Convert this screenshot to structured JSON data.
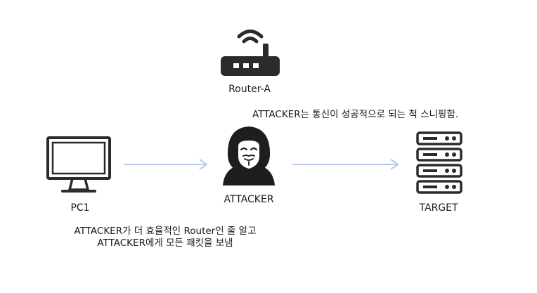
{
  "nodes": {
    "router": {
      "label": "Router-A"
    },
    "pc": {
      "label": "PC1"
    },
    "attacker": {
      "label": "ATTACKER"
    },
    "target": {
      "label": "TARGET"
    }
  },
  "notes": {
    "attacker_note": "ATTACKER는 통신이 성공적으로 되는 척 스니핑함.",
    "pc_note_line1": "ATTACKER가 더 효율적인 Router인 줄 알고",
    "pc_note_line2": "ATTACKER에게 모든 패킷을 보냄"
  },
  "colors": {
    "icon": "#2b2b2b",
    "arrow": "#b9c8ea",
    "text": "#1a1a1a"
  },
  "icons": {
    "router": "router-icon",
    "pc": "monitor-icon",
    "attacker": "hooded-hacker-icon",
    "target": "server-icon"
  },
  "edges": [
    {
      "from": "pc",
      "to": "attacker"
    },
    {
      "from": "attacker",
      "to": "target"
    }
  ]
}
